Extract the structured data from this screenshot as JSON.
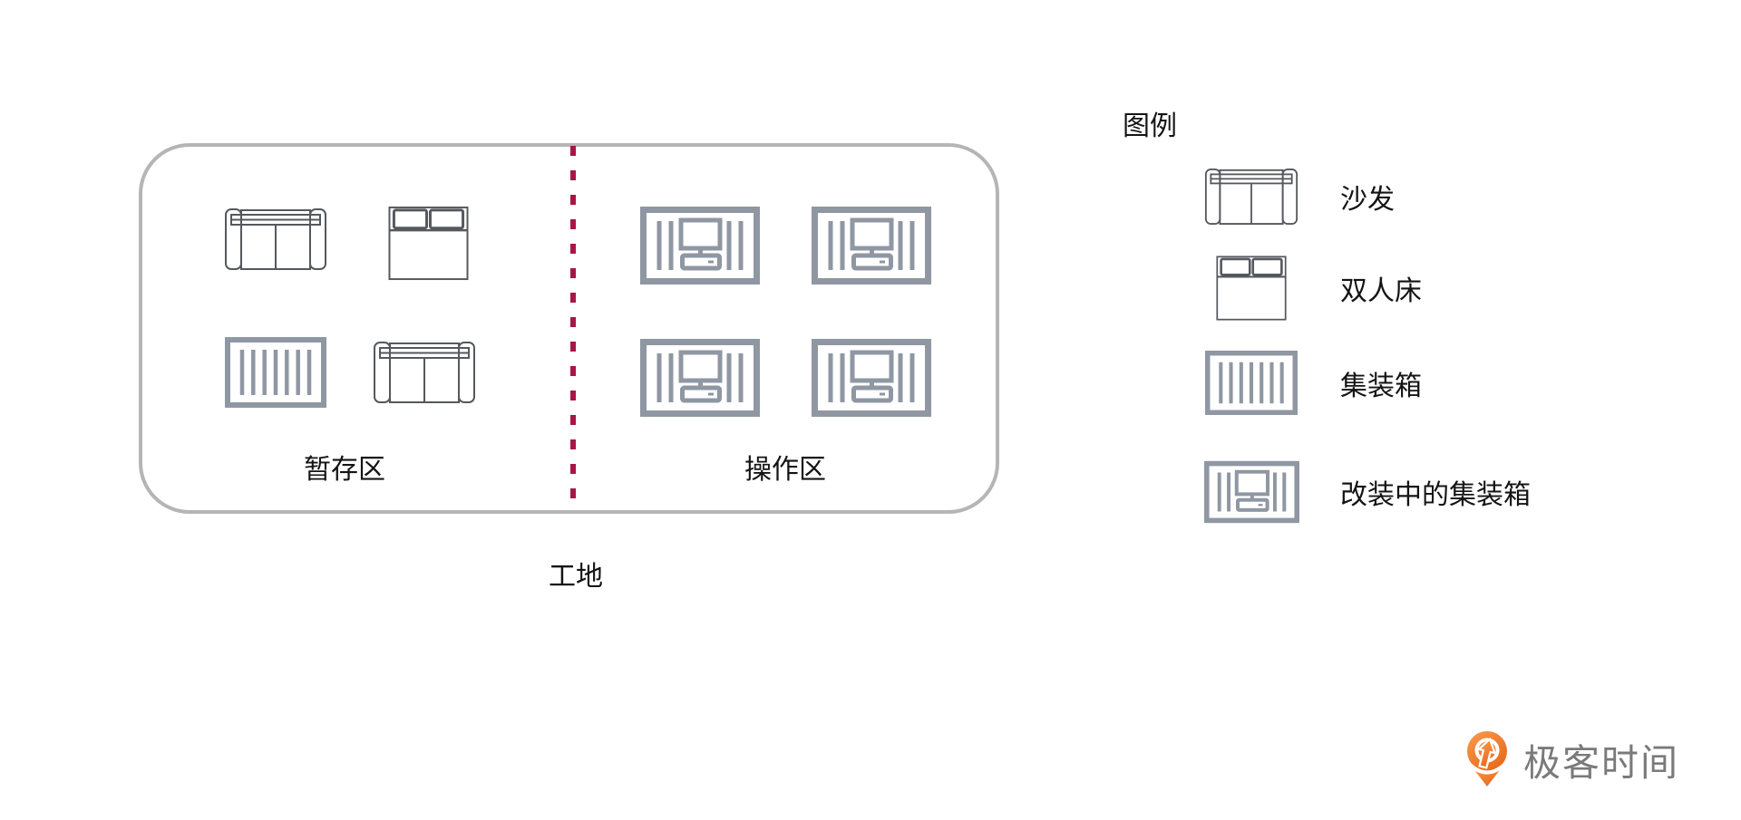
{
  "site_map": {
    "title": "工地",
    "zones": [
      {
        "id": "staging",
        "label": "暂存区",
        "items": [
          "sofa-icon",
          "double-bed-icon",
          "container-icon",
          "sofa-icon"
        ]
      },
      {
        "id": "operation",
        "label": "操作区",
        "items": [
          "modified-container-icon",
          "modified-container-icon",
          "modified-container-icon",
          "modified-container-icon"
        ]
      }
    ],
    "divider_style": "vertical dashed line"
  },
  "legend": {
    "title": "图例",
    "items": [
      {
        "icon": "sofa-icon",
        "label": "沙发"
      },
      {
        "icon": "double-bed-icon",
        "label": "双人床"
      },
      {
        "icon": "container-icon",
        "label": "集装箱"
      },
      {
        "icon": "modified-container-icon",
        "label": "改装中的集装箱"
      }
    ]
  },
  "branding": {
    "logo_icon": "geektime-logo-icon",
    "logo_text": "极客时间"
  },
  "colors": {
    "map_border": "#b5b5b5",
    "divider": "#a81743",
    "icon_outline": "#55585e",
    "icon_grey": "#8f97a3",
    "text": "#141414",
    "logo_text": "#7a7a7a",
    "logo_orange_light": "#f79b4e",
    "logo_orange_dark": "#e96a1c",
    "background": "#ffffff"
  }
}
